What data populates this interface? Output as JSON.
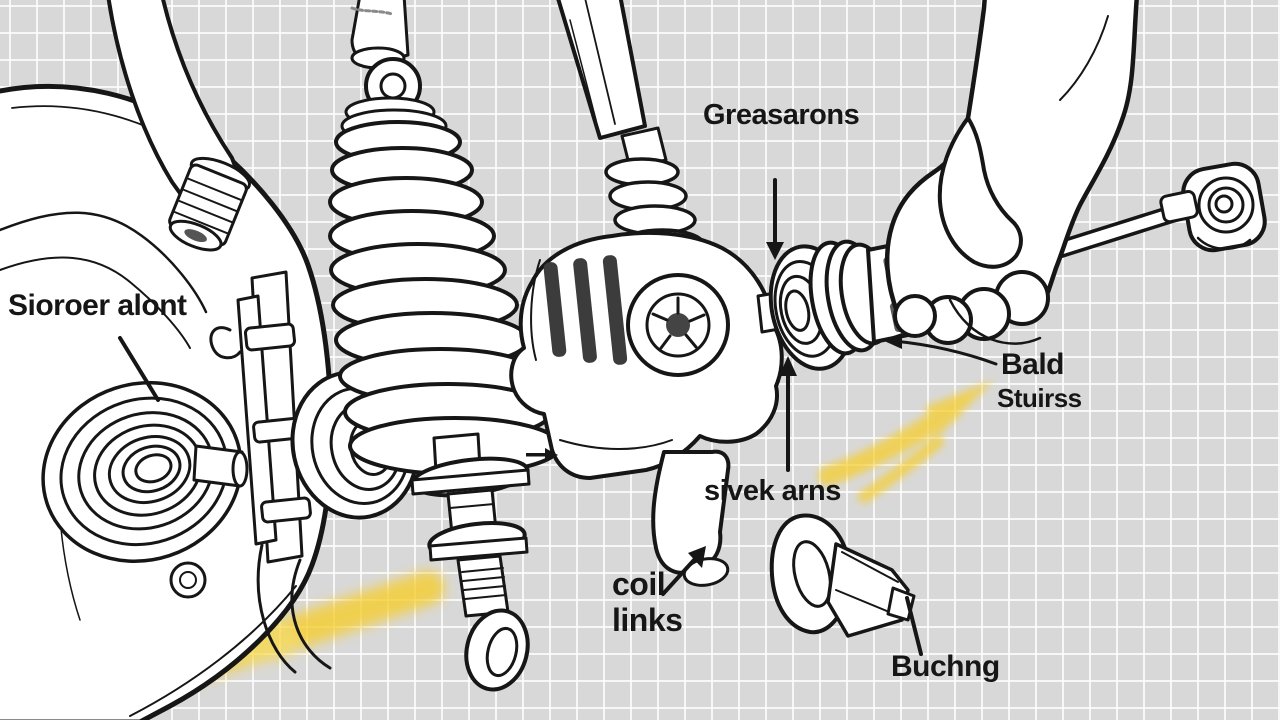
{
  "diagram": {
    "kind": "suspension-parts-illustration",
    "labels": {
      "greasarons": "Greasarons",
      "sioroer_alont": "Sioroer alont",
      "bald": "Bald",
      "stuirss": "Stuirss",
      "sivek_arns": "sivek arns",
      "coil": "coil",
      "links": "links",
      "buchng": "Buchng"
    },
    "colors": {
      "background": "#d8d8d8",
      "grid_line": "#ffffff",
      "ink": "#161616",
      "paper_fill": "#ffffff",
      "highlight": "#f6ce2f"
    }
  }
}
